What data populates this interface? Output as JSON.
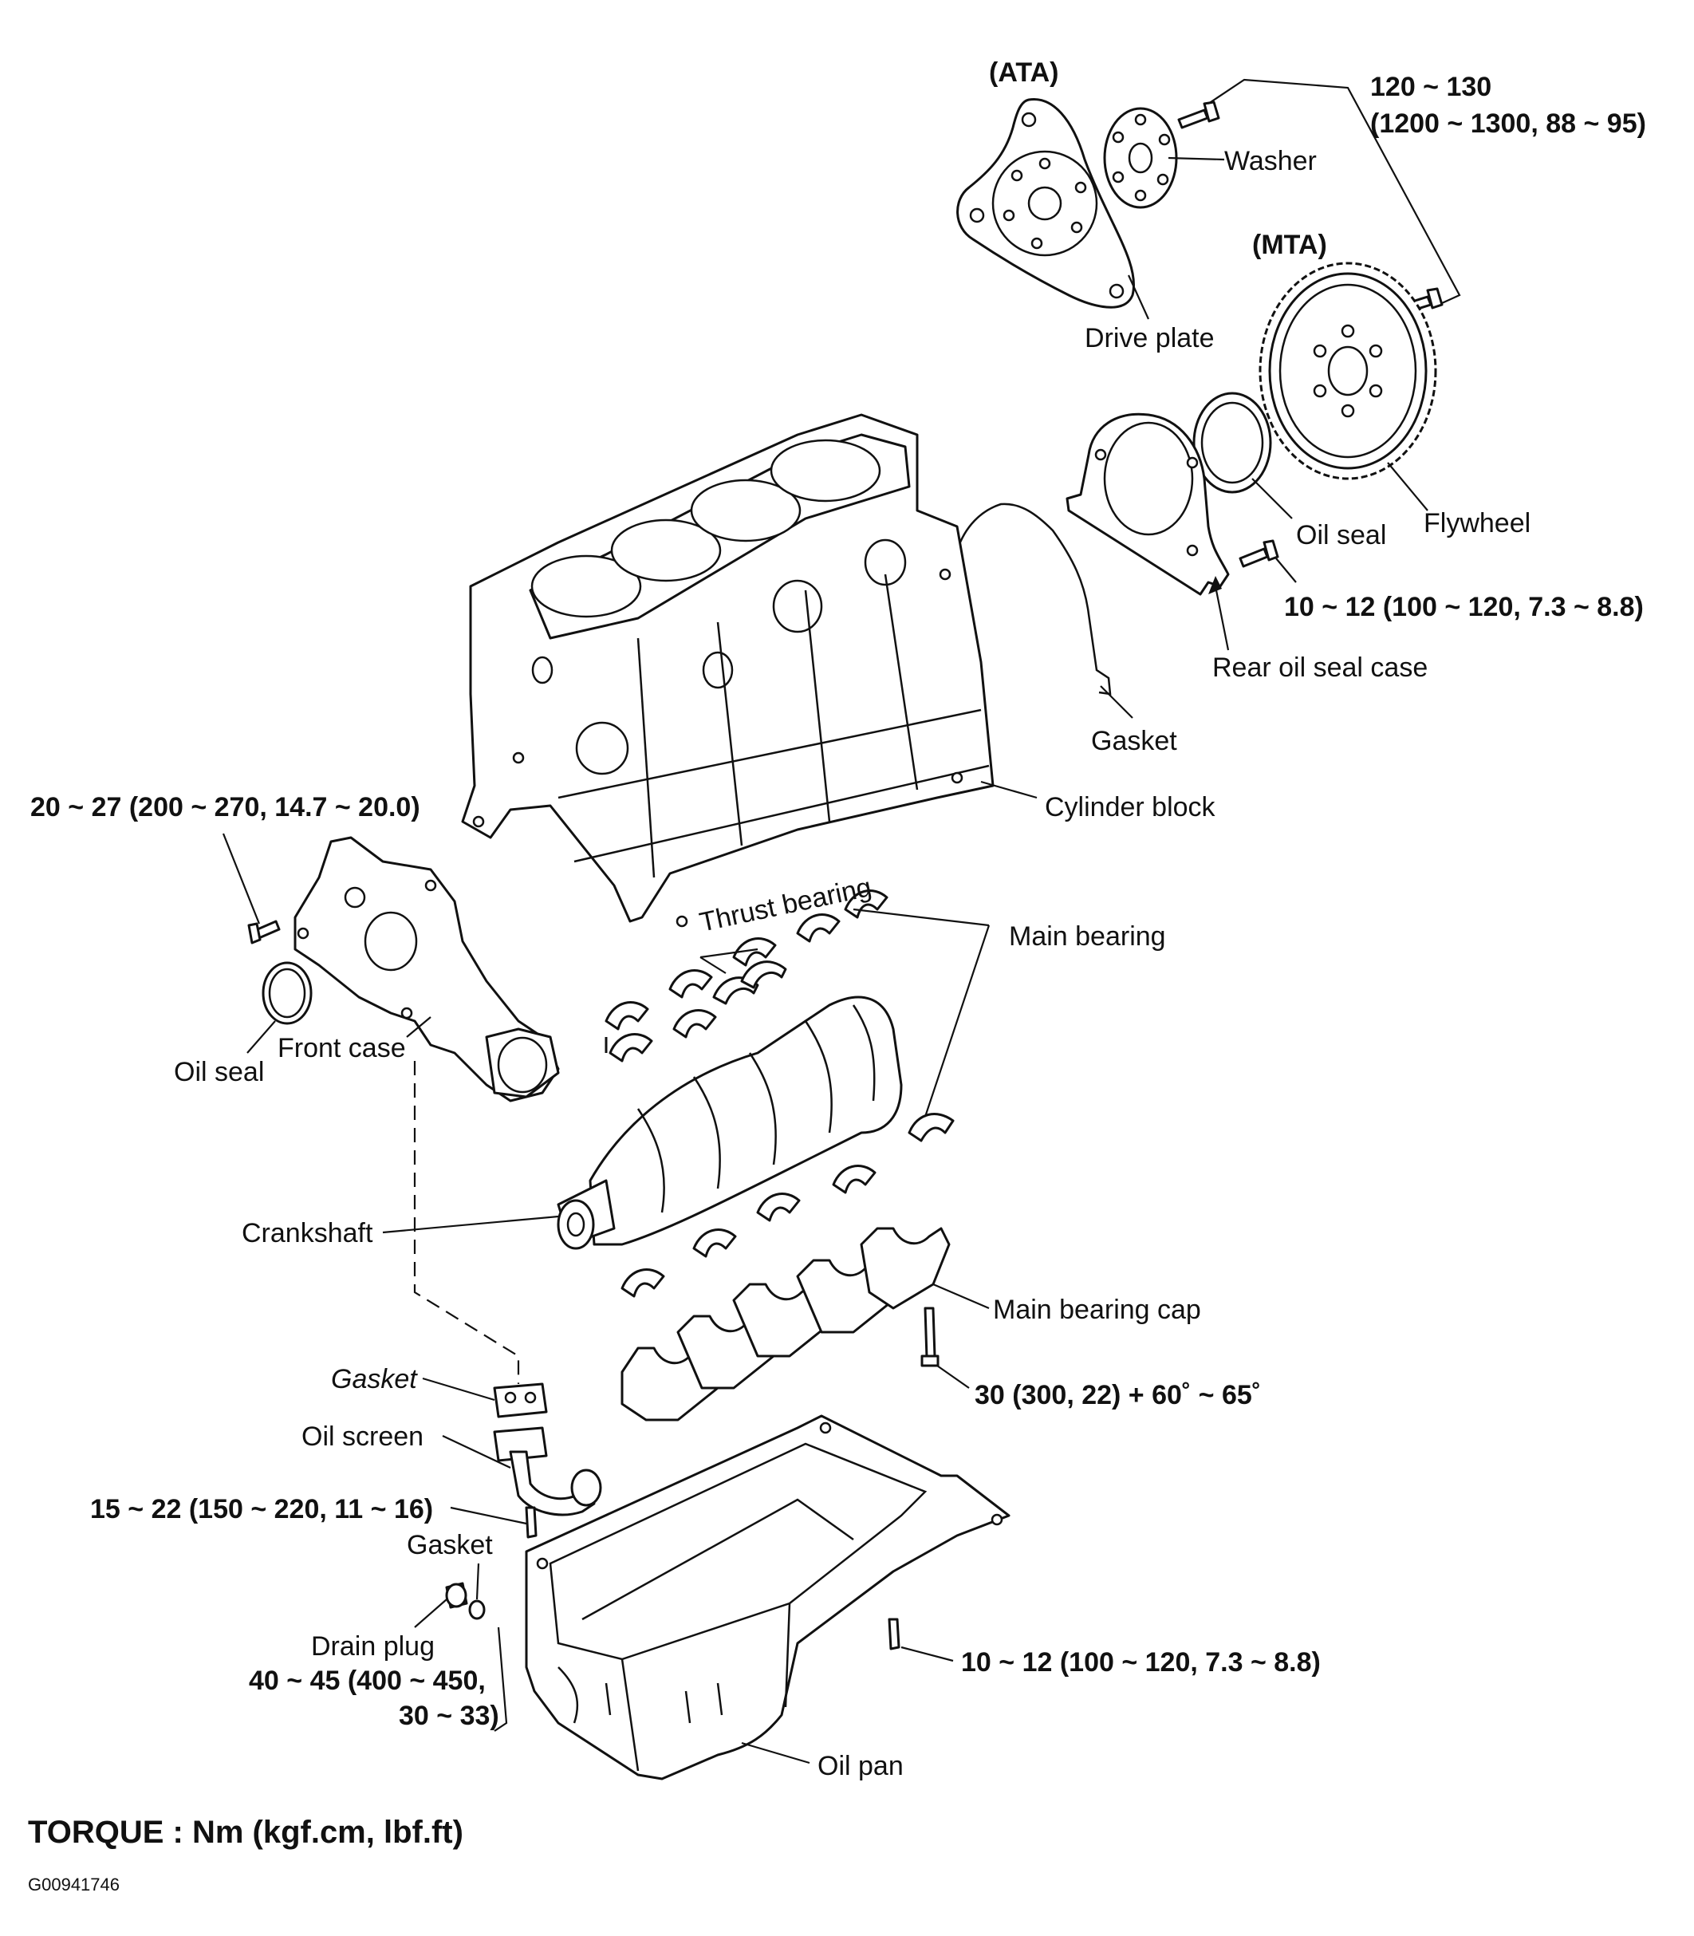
{
  "diagram": {
    "labels": {
      "ata": "(ATA)",
      "mta": "(MTA)",
      "torque_flywheel_a": "120 ~ 130",
      "torque_flywheel_b": "(1200 ~ 1300, 88 ~ 95)",
      "washer": "Washer",
      "drive_plate": "Drive plate",
      "oil_seal_rear": "Oil seal",
      "flywheel": "Flywheel",
      "torque_rear_case": "10 ~ 12 (100 ~ 120, 7.3 ~ 8.8)",
      "rear_oil_seal_case": "Rear oil seal case",
      "gasket_rear": "Gasket",
      "cylinder_block": "Cylinder block",
      "torque_front_case": "20 ~ 27 (200 ~ 270, 14.7 ~ 20.0)",
      "thrust_bearing": "Thrust bearing",
      "main_bearing": "Main bearing",
      "front_case": "Front case",
      "oil_seal_front": "Oil seal",
      "crankshaft": "Crankshaft",
      "main_bearing_cap": "Main bearing cap",
      "torque_main_cap": "30 (300, 22) + 60˚ ~ 65˚",
      "gasket_screen": "Gasket",
      "oil_screen": "Oil screen",
      "torque_oil_screen": "15 ~ 22 (150 ~ 220, 11 ~ 16)",
      "gasket_drain": "Gasket",
      "drain_plug": "Drain plug",
      "torque_drain_a": "40 ~ 45 (400 ~ 450,",
      "torque_drain_b": "30 ~ 33)",
      "torque_oil_pan": "10 ~ 12 (100 ~ 120, 7.3 ~ 8.8)",
      "oil_pan": "Oil pan"
    },
    "legend": "TORQUE : Nm (kgf.cm, lbf.ft)",
    "figure_id": "G00941746"
  }
}
